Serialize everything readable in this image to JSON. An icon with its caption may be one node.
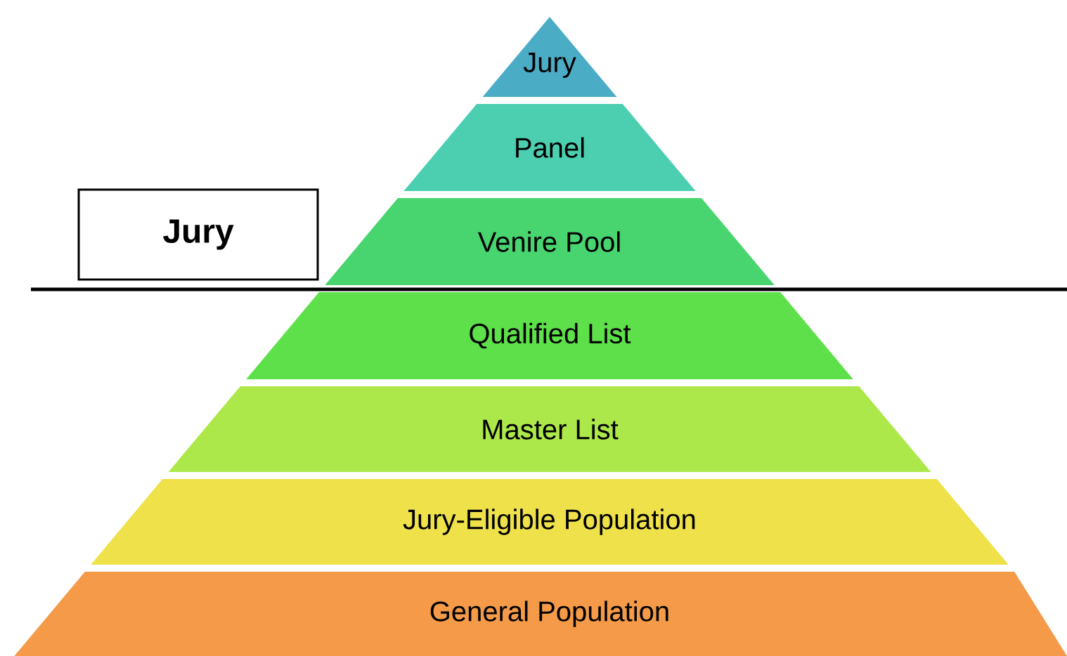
{
  "diagram": {
    "nodes": [
      {
        "text": [
          "Jury"
        ]
      },
      {
        "text": [
          "Panel"
        ]
      },
      {
        "text": [
          "Venire Pool"
        ]
      },
      {
        "text": [
          "Qualified List"
        ]
      },
      {
        "text": [
          "Master List"
        ]
      },
      {
        "text": [
          "Jury-Eligible Population"
        ]
      },
      {
        "text": [
          "General Population"
        ]
      },
      {
        "text": [
          "Jury"
        ]
      }
    ]
  }
}
